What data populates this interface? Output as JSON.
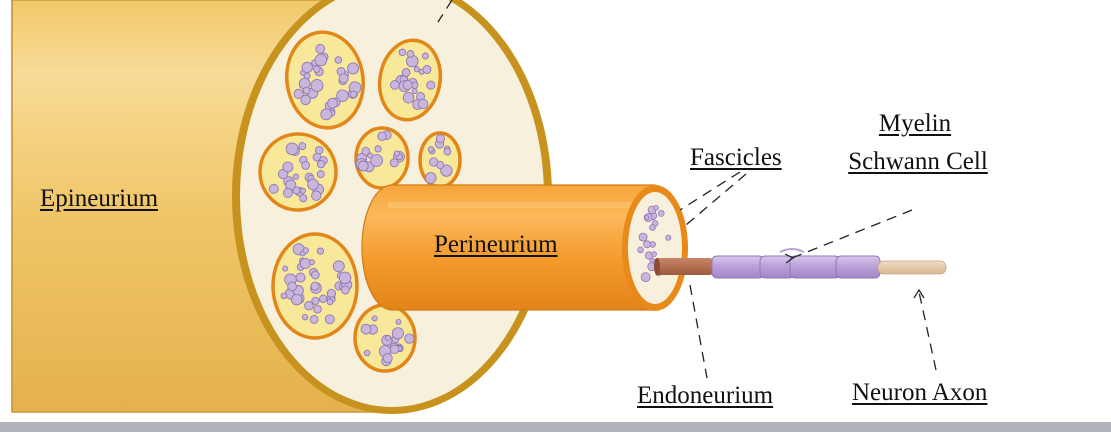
{
  "labels": {
    "epineurium": "Epineurium",
    "perineurium": "Perineurium",
    "fascicles": "Fascicles",
    "myelin": "Myelin",
    "schwann_cell": "Schwann Cell",
    "endoneurium": "Endoneurium",
    "neuron_axon": "Neuron Axon"
  },
  "colors": {
    "epineurium_light": "#f5d68c",
    "epineurium_dark": "#e2b552",
    "cross_section_fill": "#f7f0dc",
    "rim": "#c8921e",
    "perineurium_orange": "#f39a2a",
    "fascicle_yellow": "#f8e89a",
    "fiber_purple": "#c9b6dd",
    "fiber_stroke": "#8f78b3",
    "axon_brown": "#b46e4f",
    "axon_tan": "#e9ceb0",
    "myelin_purple": "#bfa6da"
  }
}
